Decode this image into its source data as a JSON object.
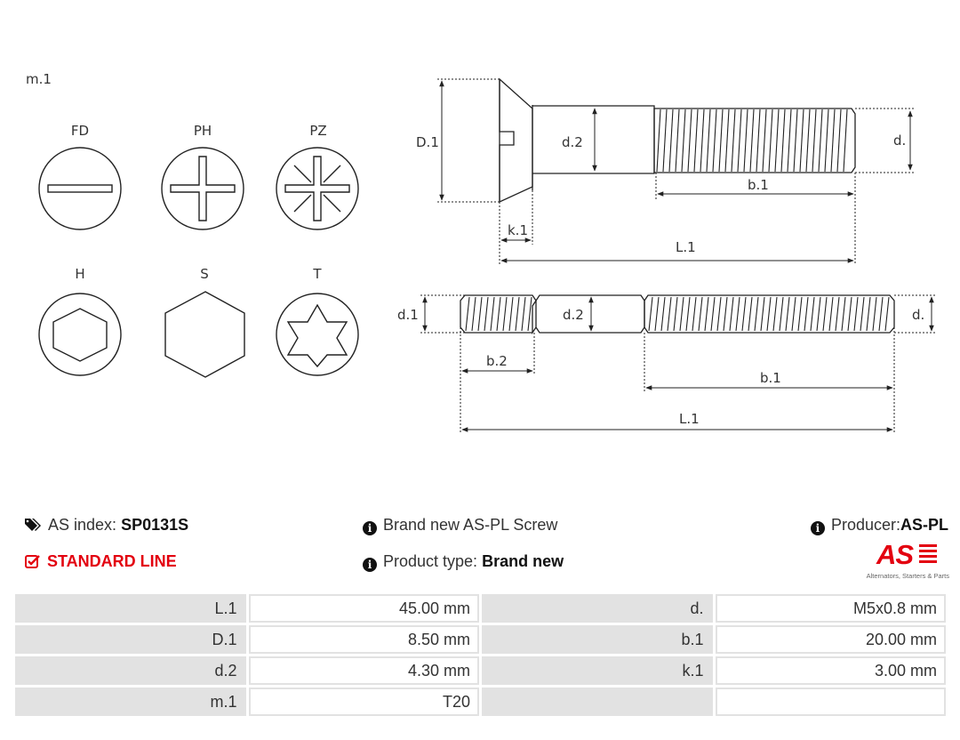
{
  "drive_types": {
    "heading": "m.1",
    "items": [
      "FD",
      "PH",
      "PZ",
      "H",
      "S",
      "T"
    ]
  },
  "drawing": {
    "screw_labels": {
      "D1": "D.1",
      "d2": "d.2",
      "d": "d.",
      "b1": "b.1",
      "k1": "k.1",
      "L1": "L.1"
    },
    "stud_labels": {
      "d1": "d.1",
      "d2": "d.2",
      "d": "d.",
      "b2": "b.2",
      "b1": "b.1",
      "L1": "L.1"
    }
  },
  "info": {
    "as_index_label": "AS index:",
    "as_index_value": "SP0131S",
    "line_label": "STANDARD LINE",
    "description": "Brand new AS-PL Screw",
    "product_type_label": "Product type:",
    "product_type_value": "Brand new",
    "producer_label": "Producer:",
    "producer_value": "AS-PL",
    "logo_text": "AS",
    "logo_tagline": "Alternators, Starters & Parts",
    "accent_color": "#e3000f"
  },
  "specs": [
    {
      "k1": "L.1",
      "v1": "45.00 mm",
      "k2": "d.",
      "v2": "M5x0.8 mm"
    },
    {
      "k1": "D.1",
      "v1": "8.50 mm",
      "k2": "b.1",
      "v2": "20.00 mm"
    },
    {
      "k1": "d.2",
      "v1": "4.30 mm",
      "k2": "k.1",
      "v2": "3.00 mm"
    },
    {
      "k1": "m.1",
      "v1": "T20",
      "k2": "",
      "v2": ""
    }
  ]
}
